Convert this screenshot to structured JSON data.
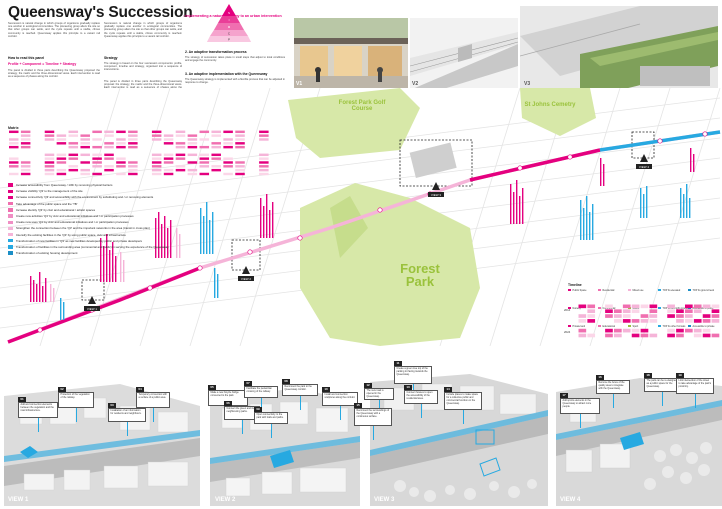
{
  "title": "Queensway's Succession",
  "subtitle": ": implementing a natural strategy to an urban intervention",
  "pyramid_labels": [
    "S",
    "I",
    "M",
    "C",
    "P"
  ],
  "intro_sections": {
    "intro_paragraph": "Succession is natural change in which groups of organisms gradually replace one another in ecological communities. The pioneering group alters the site so that other groups can settle, and the cycle repeats until a stable, climax community is reached. Queensway applies this principle to a vacant rail corridor.",
    "how_to_read_heading": "How to read this panel",
    "how_to_read_sequence": "Profile + Component = Timeline + Strategy",
    "how_to_read_paragraph": "The panel is divided in three parts describing the Queensway proposal: the strategy, the matrix and the three-dimensional views. Each intervention is read as a sequence of phases along the corridor.",
    "strategy_heading": "Strategy",
    "strategy_paragraph": "The strategy is based on the four succession components: profile, component, timeline and strategy, organised into a sequence of interventions.",
    "adaptive_heading": "2. An adaptive transformation process",
    "adaptive_paragraph": "The strategy of succession takes place in small steps that adjust to local conditions and engage the community.",
    "adaptive_heading_2": "3. An adaptive implementation with the Queensway",
    "adaptive_paragraph_2": "The Queensway strategy is implemented with a flexible process that can be adjusted in response to change."
  },
  "photo_labels": [
    "V1",
    "V2",
    "V3"
  ],
  "map": {
    "park_label_1": "Forest Park Golf Course",
    "park_label_2": "St Johns Cemetry",
    "forest_park_label": "Forest Park",
    "view_markers": [
      "VIEW 1",
      "VIEW 2",
      "VIEW 3",
      "VIEW 4"
    ]
  },
  "matrix": {
    "heading": "Matrix",
    "rows": 12,
    "cols": 22
  },
  "legend": [
    {
      "text": "Increase accessibility from Queensway / 13th by removing physical barriers",
      "color": "#e4007f"
    },
    {
      "text": "Increase visibility 'Q3' to the management of the site",
      "color": "#e4007f"
    },
    {
      "text": "Increase connectivity 'Q3' and accessibility with the environment by substituting and / or removing elements",
      "color": "#e4007f"
    },
    {
      "text": "Take advantage of the public space and the 'TB'",
      "color": "#f06fb0"
    },
    {
      "text": "Increase identity 'Q3' by civic and educational / artistic spaces",
      "color": "#f06fb0"
    },
    {
      "text": "Create new activities 'Q3' by civic and educational initiatives and / or participation processes",
      "color": "#f08ec4"
    },
    {
      "text": "Create new uses 'Q3' by civic and educational initiatives and / or participation processes",
      "color": "#f08ec4"
    },
    {
      "text": "Strengthen the connection between the 'Q3' and the important networks in the area (transit in cross plan)",
      "color": "#f5b4d8"
    },
    {
      "text": "Intensify the existing facilities in the 'Q3' by using public space, civic and infrastructure",
      "color": "#f5b4d8"
    },
    {
      "text": "Transformation of new facilities in 'Q3' as new facilities developed by public and private developers",
      "color": "#27a9e1"
    },
    {
      "text": "Transformation of facilities in the surrounding area (commercial and public) in serving the experience of the Queensway",
      "color": "#27a9e1"
    },
    {
      "text": "Transformation of existing housing development",
      "color": "#1b8fc7"
    }
  ],
  "timeline": {
    "heading": "Timeline",
    "years": [
      "2014",
      "2024"
    ],
    "keys": [
      {
        "label": "Public Space",
        "color": "#e4007f"
      },
      {
        "label": "Residential",
        "color": "#f06fb0"
      },
      {
        "label": "Mixed use",
        "color": "#f5b4d8"
      },
      {
        "label": "TOP Its elevated",
        "color": "#27a9e1"
      },
      {
        "label": "TOP Its ground level",
        "color": "#1b8fc7"
      },
      {
        "label": "Nursery",
        "color": "#e4007f"
      },
      {
        "label": "Commercial",
        "color": "#f06fb0"
      },
      {
        "label": "Green",
        "color": "#9ac23c"
      },
      {
        "label": "TOP Its left-right ground",
        "color": "#27a9e1"
      },
      {
        "label": "Accessible to public",
        "color": "#1b8fc7"
      },
      {
        "label": "Private land",
        "color": "#e4007f"
      },
      {
        "label": "Educational",
        "color": "#f06fb0"
      },
      {
        "label": "Sport",
        "color": "#9ac23c"
      },
      {
        "label": "TOP Its other formats",
        "color": "#27a9e1"
      },
      {
        "label": "Accessible to private",
        "color": "#1b8fc7"
      }
    ]
  },
  "views": {
    "labels": [
      "VIEW 1",
      "VIEW 2",
      "VIEW 3",
      "VIEW 4"
    ],
    "badges": [
      "01",
      "02",
      "03",
      "04",
      "05",
      "06",
      "07",
      "08",
      "09",
      "10",
      "11",
      "12",
      "13",
      "14",
      "15",
      "16",
      "17",
      "18",
      "19"
    ],
    "callouts": [
      "Add and connection elements between the vegetation and the road infrastructure.",
      "Protection of the vegetation of the railway.",
      "Installation of an information for residents and neighbours.",
      "Temporary connection with a surface of a public area.",
      "Make a new bicycle bridge connected to the park.",
      "Connect the green and its neighbouring parks.",
      "Facilitate the pedestrian crossing of the railway.",
      "Reconnect the park to the Queensway corridor.",
      "Open connectivity to the park with trails and paths.",
      "Install and connection sculptures along the corridor.",
      "Create a green tree top of the parking lot facing towards the Queensway.",
      "The new road is opened in the Queensway.",
      "Connect houses to open the accessibility of the residential area.",
      "Include places to make space for a collective public and commercial function on the Queensway.",
      "Reconnect the surroundings of the Queensway with a continuous surface.",
      "Remove the fence of the quality area to integrate with the Queensway.",
      "Add sports elements in the Queensway to attract more people.",
      "The park can be re-designed as a public space for the Queensway.",
      "Link intersection of the street to take advantage of the park's proximity."
    ]
  }
}
